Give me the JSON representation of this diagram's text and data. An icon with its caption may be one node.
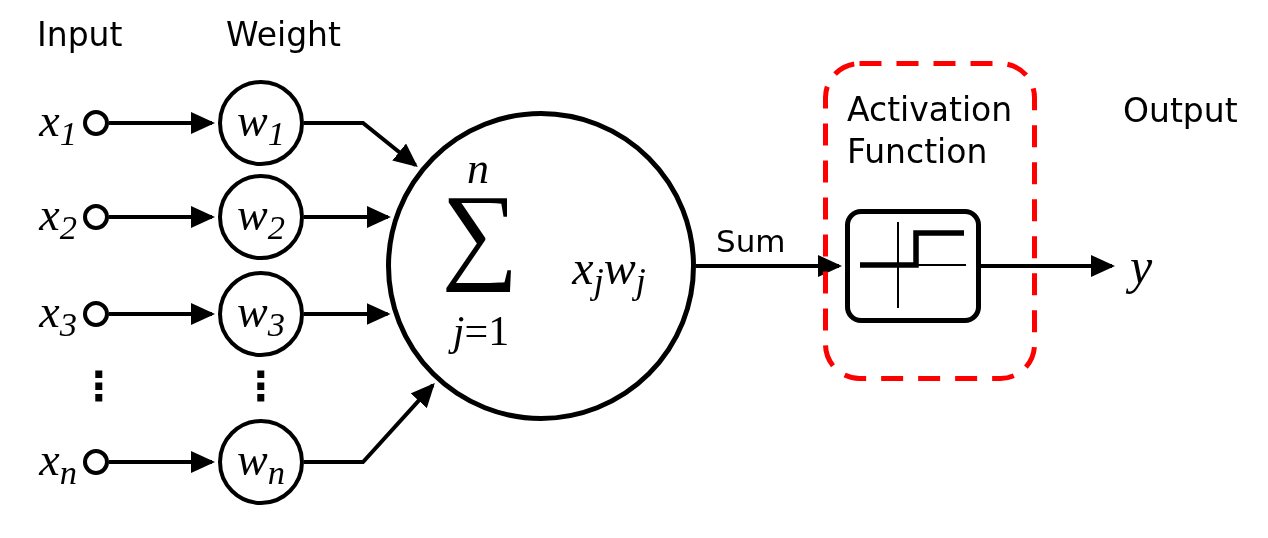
{
  "diagram": {
    "nodes": [
      {
        "text": [],
        "shape": "circle",
        "beside": [
          "x$_{1}$"
        ]
      },
      {
        "text": [
          "w$_{1}$"
        ]
      },
      {
        "text": [],
        "shape": "circle",
        "beside": [
          "x$_{2}$"
        ]
      },
      {
        "text": [
          "w$_{2}$"
        ]
      },
      {
        "text": [],
        "shape": "circle",
        "beside": [
          "x$_{3}$"
        ]
      },
      {
        "text": [
          "w$_{3}$"
        ]
      },
      {
        "text": [],
        "shape": "circle",
        "beside": [
          "x$_{n}$"
        ]
      },
      {
        "text": [
          "w$_{n}$"
        ]
      },
      {
        "text": [
          "n",
          "∑",
          "*j*=1",
          "x$_{j}$w$_{j}$"
        ]
      },
      {
        "text": [
          "Activation Function"
        ]
      },
      {
        "text": [],
        "shape": "box",
        "in": 9
      },
      {
        "text": [
          "y"
        ]
      }
    ],
    "edges": [
      {
        "from": 0,
        "to": 1,
        "arrow": "to"
      },
      {
        "from": 1,
        "to": 8,
        "arrow": "to"
      },
      {
        "from": 2,
        "to": 3,
        "arrow": "to"
      },
      {
        "from": 3,
        "to": 8,
        "arrow": "to"
      },
      {
        "from": 4,
        "to": 5,
        "arrow": "to"
      },
      {
        "from": 5,
        "to": 8,
        "arrow": "to"
      },
      {
        "from": 6,
        "to": 7,
        "arrow": "to"
      },
      {
        "from": 7,
        "to": 8,
        "arrow": "to"
      },
      {
        "from": 8,
        "to": 10,
        "arrow": "to",
        "label": "Sum"
      },
      {
        "from": 10,
        "to": 11,
        "arrow": "to"
      }
    ],
    "labels": [
      "Input",
      "Weight",
      "Output",
      "⋮",
      "⋮"
    ]
  }
}
